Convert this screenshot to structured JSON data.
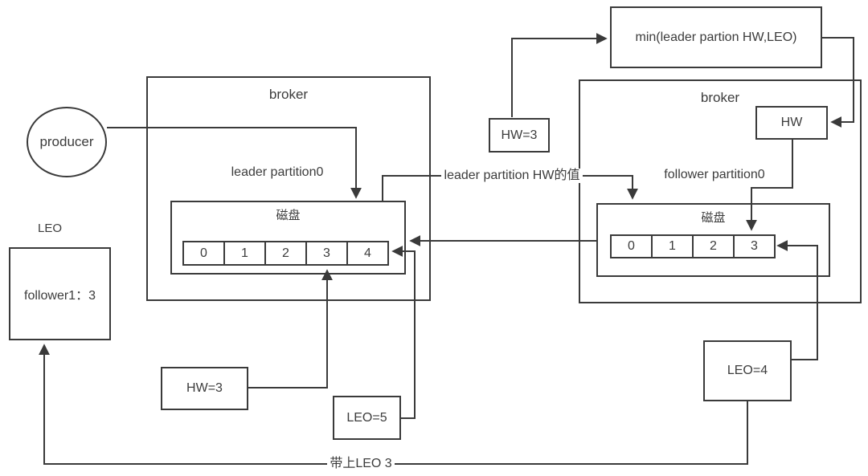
{
  "colors": {
    "line": "#3a3a3a",
    "text": "#3c3c3c",
    "background": "#ffffff"
  },
  "diagram": {
    "producer": {
      "label": "producer"
    },
    "min_function_box": {
      "label": "min(leader partion HW,LEO)"
    },
    "left_broker": {
      "title": "broker",
      "partition_label": "leader partition0",
      "disk_label": "磁盘",
      "cells": [
        "0",
        "1",
        "2",
        "3",
        "4"
      ]
    },
    "right_broker": {
      "title": "broker",
      "partition_label": "follower partition0",
      "disk_label": "磁盘",
      "cells": [
        "0",
        "1",
        "2",
        "3"
      ],
      "hw_box": {
        "label": "HW"
      }
    },
    "leader_hw_box": {
      "label": "HW=3"
    },
    "leo_annotation": {
      "title": "LEO",
      "box_label": "follower1：3"
    },
    "bottom_hw_box": {
      "label": "HW=3"
    },
    "leo5_box": {
      "label": "LEO=5"
    },
    "leo4_box": {
      "label": "LEO=4"
    },
    "line_labels": {
      "hw_value": "leader partition HW的值",
      "carry_leo": "带上LEO 3"
    }
  }
}
